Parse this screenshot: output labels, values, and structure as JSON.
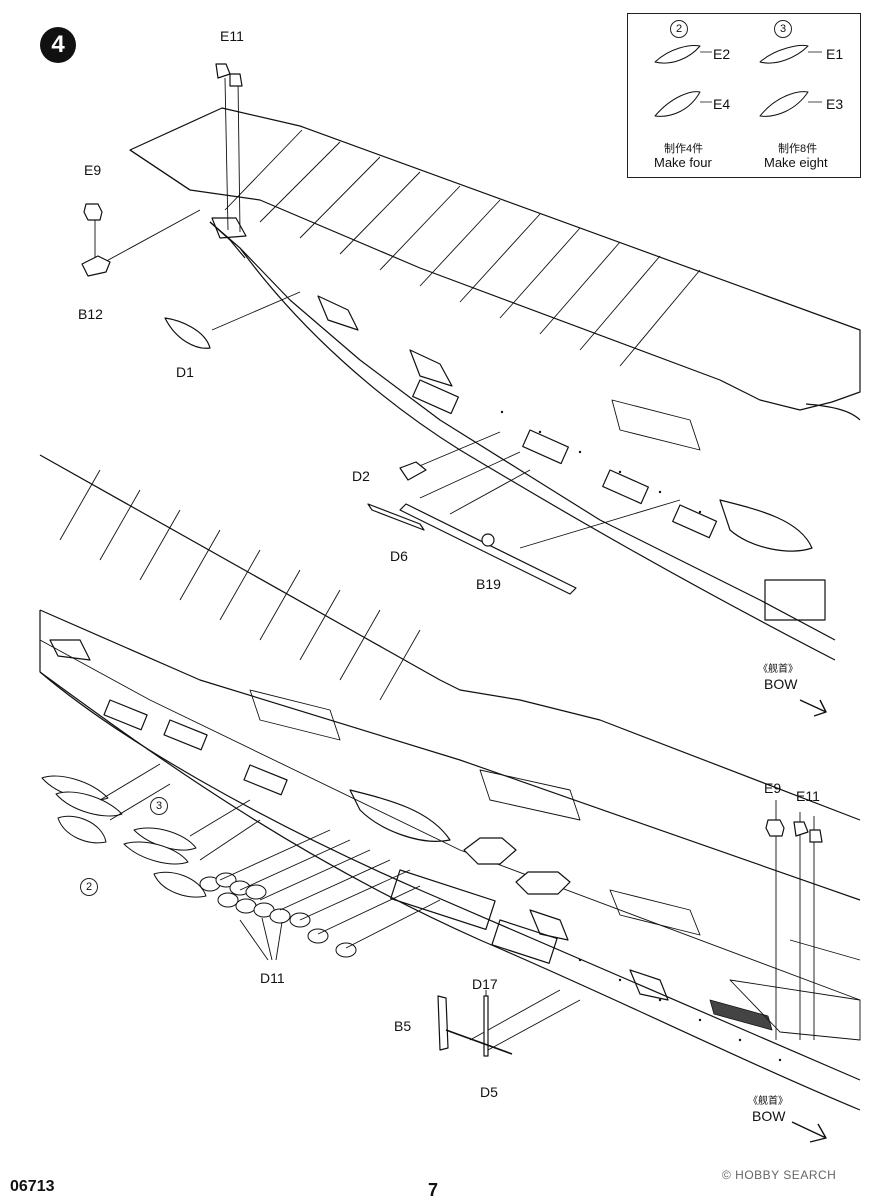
{
  "step": "4",
  "inset": {
    "left_note": "2",
    "right_note": "3",
    "parts_left": [
      "E2",
      "E4"
    ],
    "parts_right": [
      "E1",
      "E3"
    ],
    "left_cn": "制作4件",
    "left_en": "Make four",
    "right_cn": "制作8件",
    "right_en": "Make eight"
  },
  "upper": {
    "labels": [
      "E11",
      "E9",
      "B12",
      "D1",
      "D2",
      "D6",
      "B19"
    ],
    "bow_cn": "《舰首》",
    "bow_en": "BOW"
  },
  "lower": {
    "boat_note_3": "3",
    "boat_note_2": "2",
    "labels": [
      "D11",
      "E9",
      "E11",
      "D17",
      "B5",
      "D5"
    ],
    "bow_cn": "《舰首》",
    "bow_en": "BOW"
  },
  "footer": {
    "code": "06713",
    "page": "7",
    "watermark": "© HOBBY SEARCH"
  }
}
